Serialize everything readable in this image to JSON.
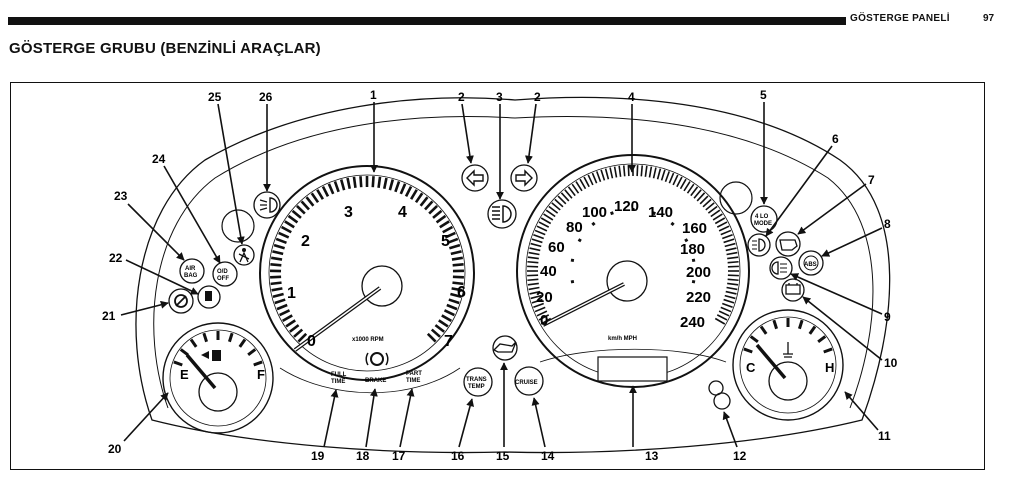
{
  "header": {
    "section_title": "GÖSTERGE PANELİ",
    "page_number": "97",
    "heading": "GÖSTERGE GRUBU (BENZİNLİ ARAÇLAR)"
  },
  "tachometer": {
    "numbers": [
      "0",
      "1",
      "2",
      "3",
      "4",
      "5",
      "6",
      "7"
    ],
    "unit": "x1000 RPM"
  },
  "speedometer": {
    "kmh_numbers": [
      "0",
      "20",
      "40",
      "60",
      "80",
      "100",
      "120",
      "140",
      "160",
      "180",
      "200",
      "220",
      "240"
    ],
    "unit": "km/h MPH"
  },
  "fuel_gauge": {
    "empty": "E",
    "full": "F"
  },
  "temp_gauge": {
    "cold": "C",
    "hot": "H"
  },
  "indicator_text": {
    "full_time_1": "FULL",
    "full_time_2": "TIME",
    "brake": "BRAKE",
    "part_time_1": "PART",
    "part_time_2": "TIME",
    "trans_temp_1": "TRANS",
    "trans_temp_2": "TEMP",
    "cruise": "CRUISE",
    "air_bag_1": "AIR",
    "air_bag_2": "BAG",
    "od_off_1": "O/D",
    "od_off_2": "OFF",
    "lo_mode_1": "4 LO",
    "lo_mode_2": "MODE",
    "abs": "ABS"
  },
  "callouts": [
    "1",
    "2",
    "3",
    "2",
    "4",
    "5",
    "6",
    "7",
    "8",
    "9",
    "10",
    "11",
    "12",
    "13",
    "14",
    "15",
    "16",
    "17",
    "18",
    "19",
    "20",
    "21",
    "22",
    "23",
    "24",
    "25",
    "26"
  ]
}
